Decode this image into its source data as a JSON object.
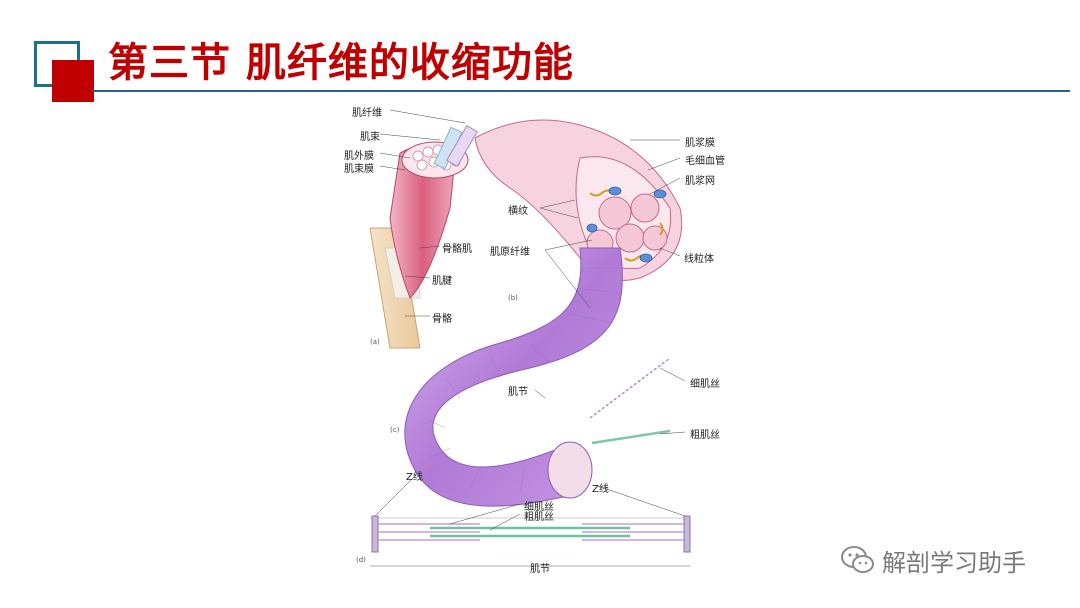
{
  "title": "第三节  肌纤维的收缩功能",
  "figure": {
    "labels": {
      "muscle_fiber": "肌纤维",
      "fascicle": "肌束",
      "epimysium": "肌外膜",
      "perimysium": "肌束膜",
      "skeletal_muscle": "骨骼肌",
      "tendon": "肌腱",
      "bone": "骨骼",
      "endomysium": "肌浆膜",
      "capillary": "毛细血管",
      "sarcoplasmic_reticulum": "肌浆网",
      "striations": "横纹",
      "myofibril": "肌原纤维",
      "mitochondria": "线粒体",
      "sarcomere_top": "肌节",
      "thin_filament": "细肌丝",
      "thick_filament": "粗肌丝",
      "z_line_left": "Z线",
      "z_line_right": "Z线",
      "thin_filament_bottom": "细肌丝",
      "thick_filament_bottom": "粗肌丝",
      "sarcomere_bottom": "肌节",
      "panel_a": "(a)",
      "panel_b": "(b)",
      "panel_c": "(c)",
      "panel_d": "(d)"
    }
  },
  "watermark": {
    "text": "解剖学习助手",
    "icon": "wechat-icon"
  },
  "colors": {
    "title": "#c00000",
    "accent_square": "#c00000",
    "outline_square": "#1f6f8b",
    "rule": "#2e5e8c",
    "fiber": "#b07ad6",
    "muscle": "#e27a9a"
  }
}
